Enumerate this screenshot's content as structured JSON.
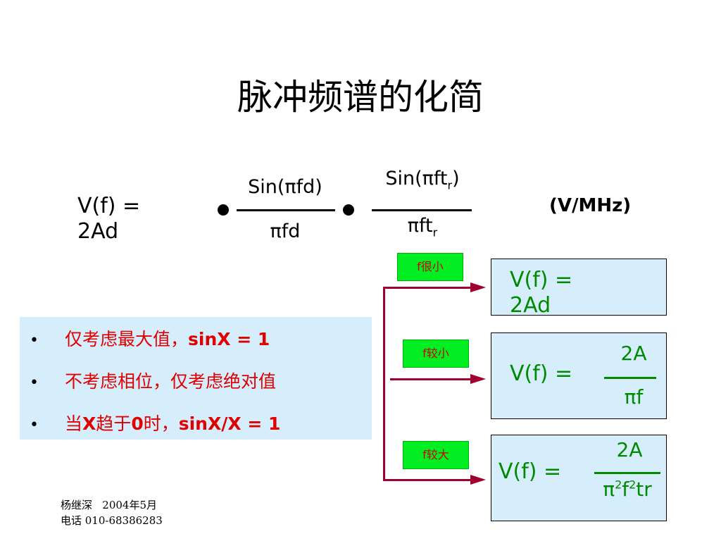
{
  "title": "脉冲频谱的化简",
  "formula": {
    "lhs": "V(f) = 2Ad",
    "frac1": {
      "numerator": "Sin(πfd)",
      "denominator": "πfd"
    },
    "frac2": {
      "numerator_main": "Sin(πft",
      "numerator_sub": "r",
      "numerator_end": ")",
      "denominator_main": "πft",
      "denominator_sub": "r"
    },
    "unit": "(V/MHz)"
  },
  "bullets": [
    {
      "text_plain": "仅考虑最大值，",
      "text_bold": "sinX = 1"
    },
    {
      "text_plain": "不考虑相位，仅考虑绝对值",
      "text_bold": ""
    },
    {
      "text_plain_1": "当",
      "text_bold_1": "X",
      "text_plain_2": "趋于",
      "text_bold_2": "0",
      "text_plain_3": "时，",
      "text_bold_3": "sinX/X = 1"
    }
  ],
  "conditions": [
    {
      "label": "f很小",
      "result": "V(f) = 2Ad"
    },
    {
      "label": "f较小",
      "result_lhs": "V(f) =",
      "numerator": "2A",
      "denominator": "πf"
    },
    {
      "label": "f较大",
      "result_lhs": "V(f) =",
      "numerator": "2A",
      "denominator_pi": "π",
      "denominator_sup1": "2",
      "denominator_f": "f",
      "denominator_sup2": "2",
      "denominator_tr": "tr"
    }
  ],
  "footer": {
    "line1": "杨继深   2004年5月",
    "line2": "电话 010-68386283"
  },
  "colors": {
    "result_green": "#008a00",
    "bullet_red": "#e00000",
    "box_blue": "#d6eefb",
    "cond_green": "#00ee22",
    "arrow": "#a00030"
  }
}
